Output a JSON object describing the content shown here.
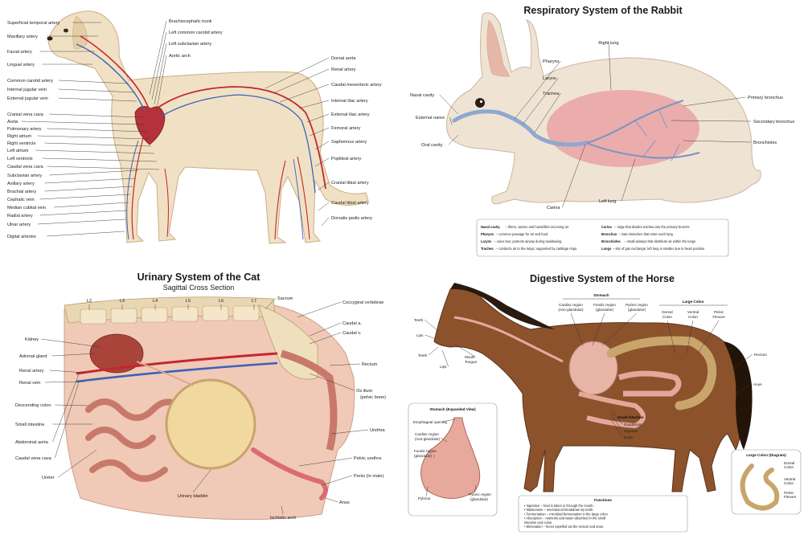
{
  "dog": {
    "left_labels": [
      "Superficial temporal artery",
      "Maxillary artery",
      "Facial artery",
      "Lingual artery",
      "Common carotid artery",
      "Internal jugular vein",
      "External jugular vein",
      "Cranial vena cava",
      "Aorta",
      "Pulmonary artery",
      "Right atrium",
      "Right ventricle",
      "Left atrium",
      "Left ventricle",
      "Caudal vena cava",
      "Subclavian artery",
      "Axillary artery",
      "Brachial artery",
      "Cephalic vein",
      "Median cubital vein",
      "Radial artery",
      "Ulnar artery",
      "Digital arteries"
    ],
    "top_labels": [
      "Brachiocephalic trunk",
      "Left common carotid artery",
      "Left subclavian artery",
      "Aortic arch"
    ],
    "right_labels": [
      "Dorsal aorta",
      "Renal artery",
      "Caudal mesenteric artery",
      "Internal iliac artery",
      "External iliac artery",
      "Femoral artery",
      "Saphenous artery",
      "Popliteal artery",
      "Cranial tibial artery",
      "Caudal tibial artery",
      "Dorsalis pedis artery"
    ]
  },
  "rabbit": {
    "title": "Respiratory System of the Rabbit",
    "labels": [
      "Right lung",
      "Pharynx",
      "Larynx",
      "Trachea",
      "Nasal cavity",
      "External nares",
      "Oral cavity",
      "Primary bronchus",
      "Secondary bronchus",
      "Bronchioles",
      "Left lung",
      "Carina"
    ],
    "key": [
      {
        "term": "Nasal cavity",
        "desc": "– filters, warms and humidifies incoming air"
      },
      {
        "term": "Pharynx",
        "desc": "– common passage for air and food"
      },
      {
        "term": "Larynx",
        "desc": "– voice box; protects airway during swallowing"
      },
      {
        "term": "Trachea",
        "desc": "– conducts air to the lungs; supported by cartilage rings"
      },
      {
        "term": "Carina",
        "desc": "– ridge that divides trachea into the primary bronchi"
      },
      {
        "term": "Bronchus",
        "desc": "– main branches that enter each lung"
      },
      {
        "term": "Bronchioles",
        "desc": "– small airways that distribute air within the lungs"
      },
      {
        "term": "Lungs",
        "desc": "– site of gas exchange; left lung is smaller due to heart position"
      }
    ]
  },
  "cat": {
    "title": "Urinary System of the Cat",
    "subtitle": "Sagittal Cross Section",
    "vertebrae": [
      "L2",
      "L3",
      "L4",
      "L5",
      "L6",
      "L7"
    ],
    "left_labels": [
      "Kidney",
      "Adrenal gland",
      "Renal artery",
      "Renal vein",
      "Descending colon",
      "Small intestine",
      "Abdominal aorta",
      "Caudal vena cava",
      "Ureter"
    ],
    "right_labels": [
      "Sacrum",
      "Coccygeal vertebrae",
      "Caudal a.",
      "Caudal v.",
      "Rectum",
      "Os ilium",
      "(pelvic bone)",
      "Urethra",
      "Pelvic urethra",
      "Penis (in male)",
      "Anus"
    ],
    "bottom_labels": [
      "Urinary bladder",
      "Ischiatic arch"
    ]
  },
  "horse": {
    "title": "Digestive System of the Horse",
    "stomach_header": "Stomach",
    "stomach_parts": [
      [
        "Cardiac region",
        "(non-glandular)"
      ],
      [
        "Fundic region",
        "(glandular)"
      ],
      [
        "Pyloric region",
        "(glandular)"
      ]
    ],
    "colon_header": "Large Colon",
    "colon_parts": [
      [
        "Dorsal",
        "Colon"
      ],
      [
        "Ventral",
        "Colon"
      ],
      [
        "Pelvic",
        "Flexure"
      ]
    ],
    "head_labels": [
      "Teeth",
      "Lips",
      "Teeth",
      "Lips",
      "Mouth",
      "Tongue"
    ],
    "right_labels": [
      "Rectum",
      "Anus"
    ],
    "small_intestine": {
      "title": "Small Intestine",
      "parts": [
        "Duodenum",
        "Jejunum",
        "Ileum"
      ]
    },
    "stomach_box": {
      "title": "Stomach (Expanded View)",
      "labels": [
        "Esophageal opening",
        "Cardiac region",
        "(non-glandular)",
        "Fundic region",
        "(glandular)",
        "Pylorus",
        "Pyloric region",
        "(glandular)"
      ]
    },
    "functions": {
      "title": "Functions",
      "items": [
        "• Ingestion – food is taken in through the mouth.",
        "• Mastication – mechanical breakdown by teeth.",
        "• Fermentation – microbial fermentation in the large colon.",
        "• Absorption – nutrients and water absorbed in the small",
        "  intestine and colon.",
        "• Elimination – feces expelled via the rectum and anus."
      ]
    },
    "colon_box": {
      "title": "Large Colon (Diagram)",
      "labels": [
        "Dorsal",
        "Colon",
        "Ventral",
        "Colon",
        "Pelvic",
        "Flexure"
      ]
    }
  }
}
